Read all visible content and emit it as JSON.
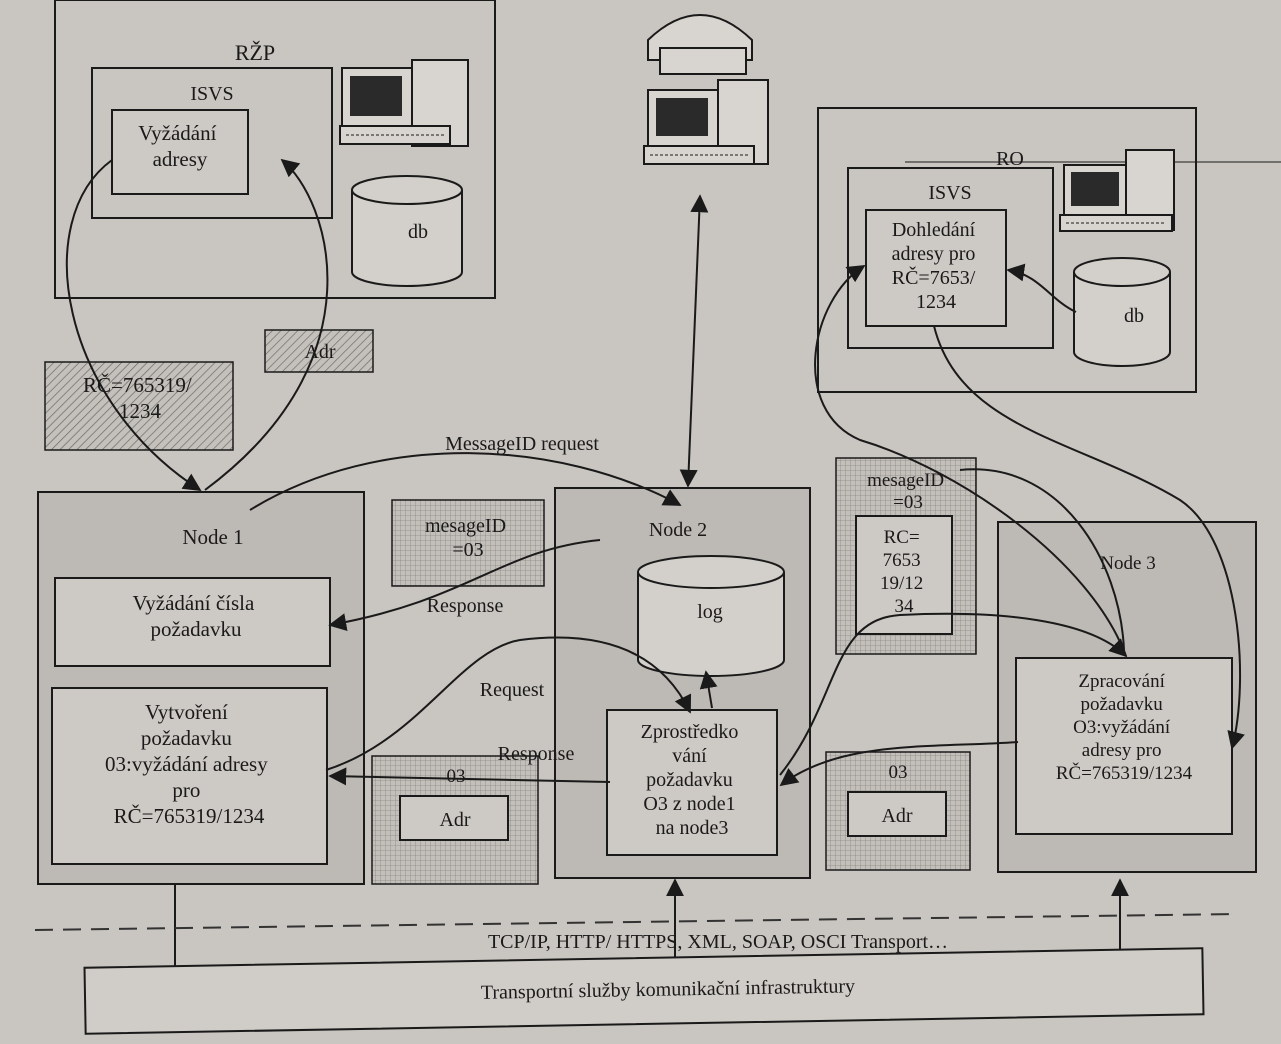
{
  "rzp": {
    "title": "RŽP",
    "isvs": "ISVS",
    "request_box": [
      "Vyžádání",
      "adresy"
    ],
    "db": "db",
    "adr_note": "Adr",
    "rc_note": [
      "RČ=765319/",
      "1234"
    ]
  },
  "ro": {
    "title": "RO",
    "isvs": "ISVS",
    "lookup_box": [
      "Dohledání",
      "adresy pro",
      "RČ=7653/",
      "1234"
    ],
    "db": "db"
  },
  "labels": {
    "message_id_request": "MessageID request",
    "response_top": "Response",
    "request": "Request",
    "response_bottom": "Response"
  },
  "node1": {
    "title": "Node 1",
    "box1": [
      "Vyžádání čísla",
      "požadavku"
    ],
    "box2": [
      "Vytvoření",
      "požadavku",
      "03:vyžádání adresy",
      "pro",
      "RČ=765319/1234"
    ]
  },
  "msgid_note": [
    "mesageID",
    "=03"
  ],
  "node2": {
    "title": "Node 2",
    "db": "log",
    "box": [
      "Zprostředko",
      "vání",
      "požadavku",
      "O3 z node1",
      "na node3"
    ]
  },
  "msgid_note_right": [
    "mesageID",
    "=03"
  ],
  "rc_inner_note": [
    "RC=",
    "7653",
    "19/12",
    "34"
  ],
  "node3": {
    "title": "Node 3",
    "box": [
      "Zpracování",
      "požadavku",
      "O3:vyžádání",
      "adresy pro",
      "RČ=765319/1234"
    ]
  },
  "envelope_left": {
    "code": "03",
    "adr": "Adr"
  },
  "envelope_right": {
    "code": "03",
    "adr": "Adr"
  },
  "protocols": "TCP/IP, HTTP/ HTTPS, XML, SOAP, OSCI Transport…",
  "transport": "Transportní služby komunikační infrastruktury",
  "colors": {
    "background": "#c9c5c0",
    "node_fill": "#bdb9b4",
    "line": "#1a1a1a"
  }
}
